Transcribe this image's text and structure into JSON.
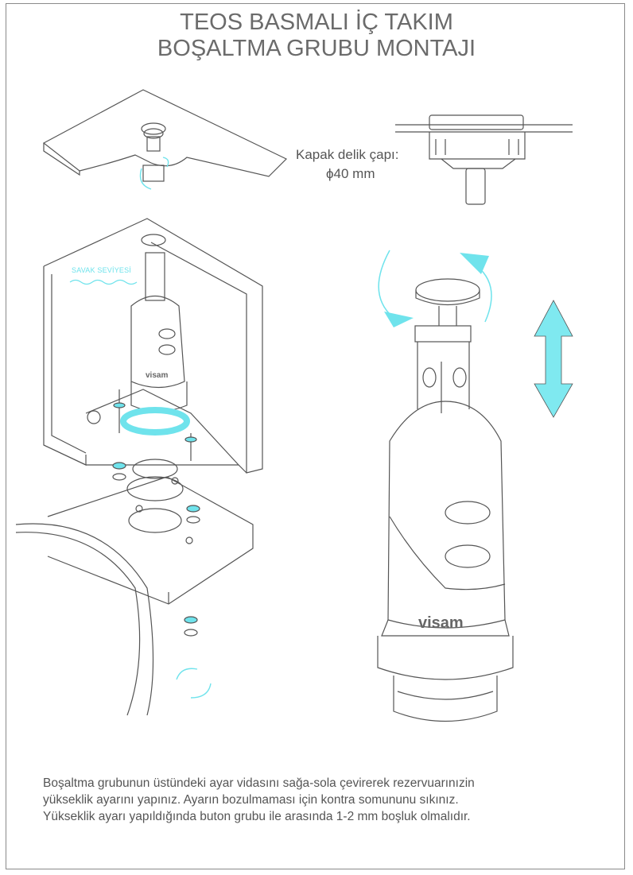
{
  "title": {
    "line1": "TEOS BASMALI İÇ TAKIM",
    "line2": "BOŞALTMA GRUBU MONTAJI"
  },
  "callout": {
    "label": "Kapak delik çapı:",
    "value": "ϕ40 mm"
  },
  "water_level_label": "SAVAK SEVİYESİ",
  "brand_logo": "visam",
  "instructions": [
    "Boşaltma grubunun  üstündeki ayar vidasını sağa-sola çevirerek rezervuarınızin",
    "yükseklik ayarını yapınız. Ayarın bozulmaması için kontra somununu sıkınız.",
    "Yükseklik ayarı yapıldığında buton grubu ile arasında 1-2 mm boşluk olmalıdır."
  ],
  "colors": {
    "accent": "#6fe3ec",
    "line": "#555555",
    "text": "#6b6b6b"
  }
}
